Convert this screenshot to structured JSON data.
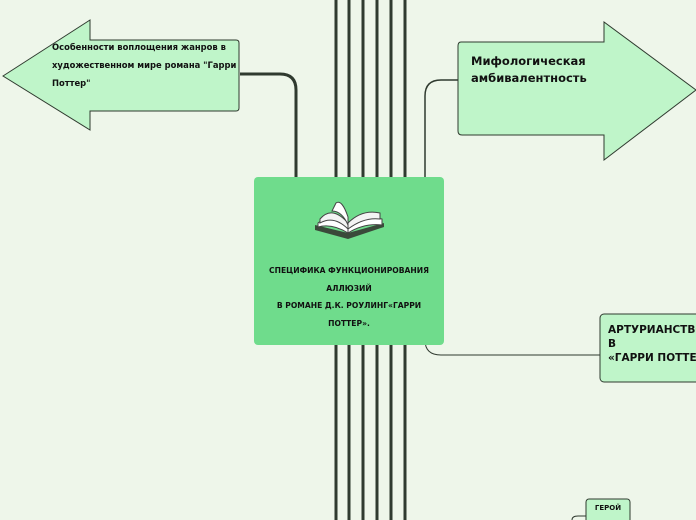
{
  "central": {
    "lines": [
      "СПЕЦИФИКА ФУНКЦИОНИРОВАНИЯ",
      "АЛЛЮЗИЙ",
      "В РОМАНЕ Д.К. РОУЛИНГ«ГАРРИ",
      "ПОТТЕР»."
    ],
    "icon": "open-book-icon"
  },
  "left_topic": {
    "text": "Особенности воплощения жанров в художественном мире романа \"Гарри Поттер\""
  },
  "right_topic": {
    "text": "Мифологическая амбивалентность"
  },
  "arthur_topic": {
    "lines": [
      "АРТУРИАНСТВО",
      "В",
      "«ГАРРИ ПОТТЕРЕ»"
    ]
  },
  "hero_topic": {
    "text": "ГЕРОЙ"
  },
  "colors": {
    "background": "#eef6ea",
    "central_fill": "#6fdc8c",
    "topic_fill": "#bff5c9",
    "connector": "#2f3a2f"
  }
}
